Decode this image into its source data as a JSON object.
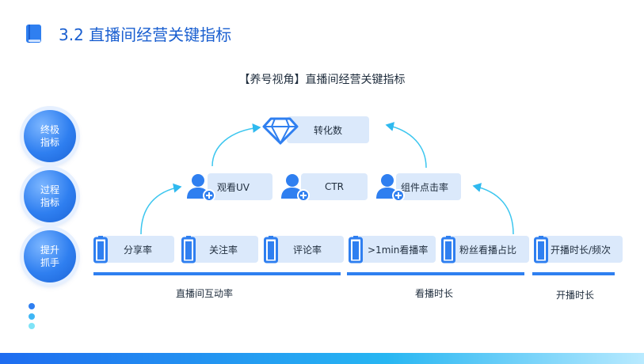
{
  "header": {
    "title": "3.2 直播间经营关键指标"
  },
  "subtitle": "【养号视角】直播间经营关键指标",
  "side_levels": [
    {
      "label": "终极指标"
    },
    {
      "label": "过程指标"
    },
    {
      "label": "提升抓手"
    }
  ],
  "top_node": {
    "label": "转化数",
    "icon": "diamond-icon"
  },
  "process_nodes": [
    {
      "label": "观看UV",
      "icon": "user-add-icon"
    },
    {
      "label": "CTR",
      "icon": "user-add-icon"
    },
    {
      "label": "组件点击率",
      "icon": "user-add-icon"
    }
  ],
  "lever_nodes": [
    {
      "label": "分享率",
      "icon": "battery-icon"
    },
    {
      "label": "关注率",
      "icon": "battery-icon"
    },
    {
      "label": "评论率",
      "icon": "battery-icon"
    },
    {
      "label": ">1min看播率",
      "icon": "battery-icon"
    },
    {
      "label": "粉丝看播占比",
      "icon": "battery-icon"
    },
    {
      "label": "开播时长/频次",
      "icon": "battery-icon"
    }
  ],
  "groups": [
    {
      "label": "直播间互动率"
    },
    {
      "label": "看播时长"
    },
    {
      "label": "开播时长"
    }
  ],
  "colors": {
    "accent": "#2f7ff0",
    "card": "#dbe9fb",
    "arrow": "#3cc6ef"
  }
}
